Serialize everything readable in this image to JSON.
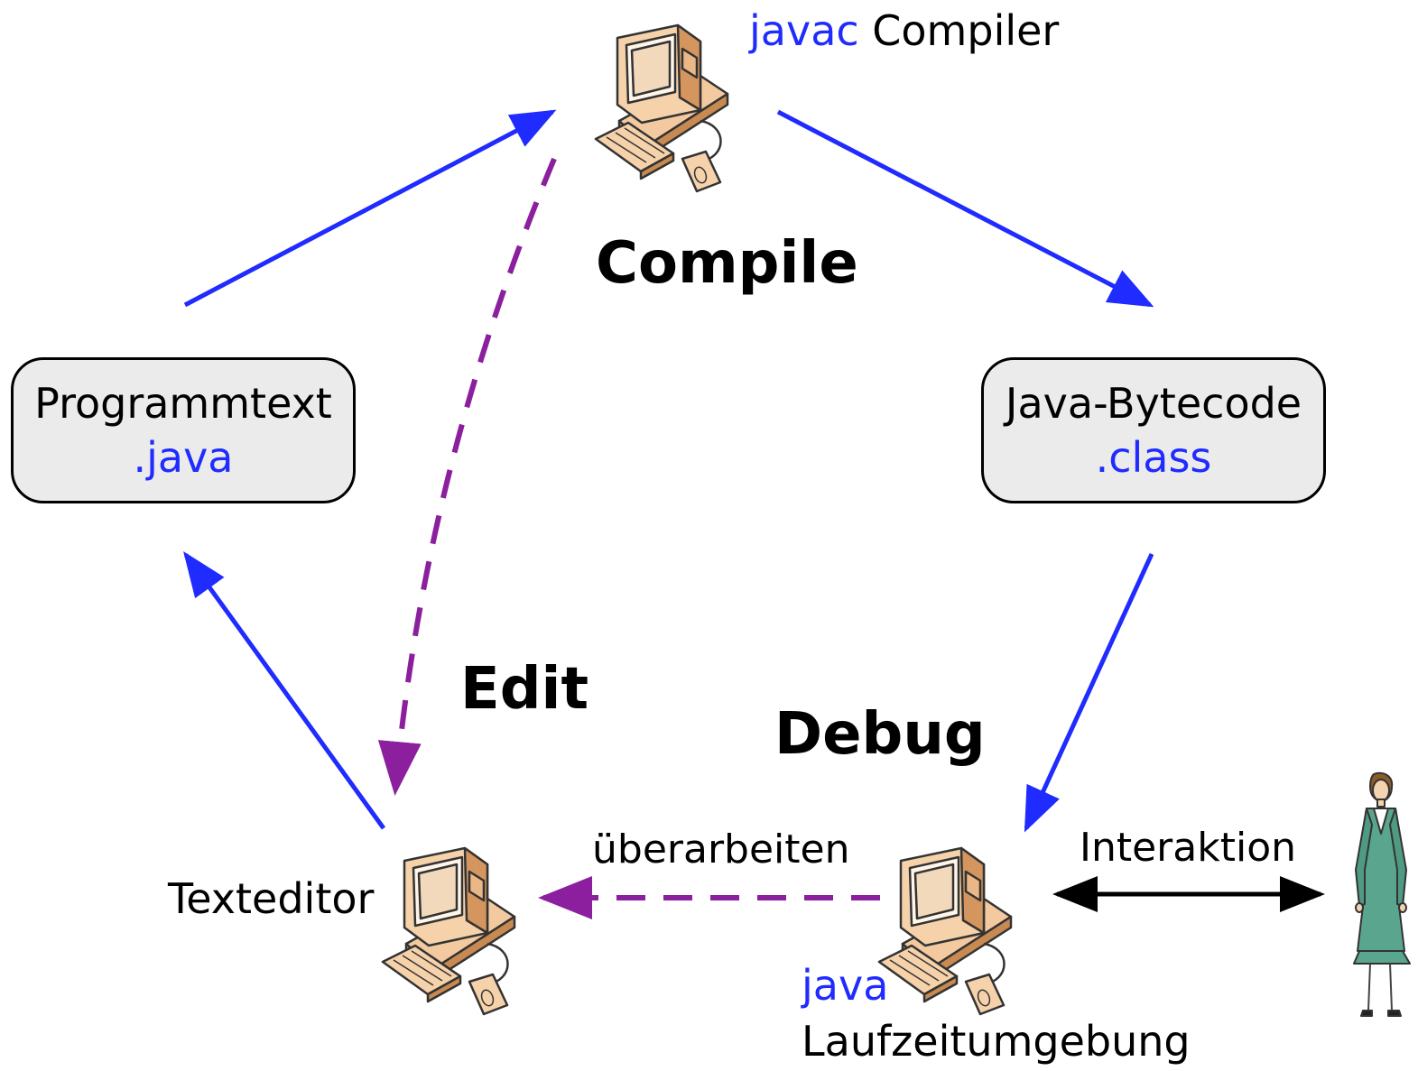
{
  "nodes": {
    "compiler": {
      "prefix": "javac",
      "label": "Compiler"
    },
    "source_box": {
      "title": "Programmtext",
      "ext": ".java"
    },
    "bytecode_box": {
      "title": "Java-Bytecode",
      "ext": ".class"
    },
    "editor": {
      "label": "Texteditor"
    },
    "runtime": {
      "prefix": "java",
      "label": "Laufzeitumgebung"
    }
  },
  "phases": {
    "compile": "Compile",
    "edit": "Edit",
    "debug": "Debug"
  },
  "edges": {
    "revise": "überarbeiten",
    "interaction": "Interaktion"
  },
  "icons": [
    "computer-icon",
    "computer-icon",
    "computer-icon",
    "user-person-icon"
  ],
  "colors": {
    "flow": "#1f2bff",
    "feedback": "#8b1f9e",
    "interaction": "#000000",
    "box_fill": "#ebebeb"
  }
}
